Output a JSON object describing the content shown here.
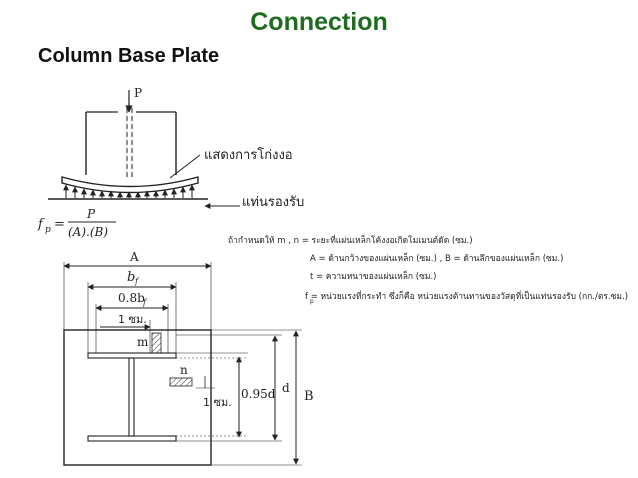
{
  "title": "Connection",
  "subtitle": "Column Base Plate",
  "colors": {
    "title": "#1f6b1f",
    "ink": "#222222"
  },
  "diagram": {
    "elevation": {
      "load_label": "P",
      "bending_label": "แสดงการโก่งงอ",
      "support_label": "แท่นรองรับ",
      "formula": {
        "lhs": "f",
        "lhs_sub": "p",
        "numerator": "P",
        "denominator": "(A).(B)"
      }
    },
    "definitions": [
      {
        "key": "intro",
        "text": "ถ้ากำหนดให้   m , n  =  ระยะที่แผ่นเหล็กโค้งงอเกิดโมเมนต์ดัด (ซม.)"
      },
      {
        "key": "ab",
        "text": "A  =  ด้านกว้างของแผ่นเหล็ก (ซม.)   ,  B  =  ด้านลึกของแผ่นเหล็ก (ซม.)"
      },
      {
        "key": "t",
        "text": "t  =  ความหนาของแผ่นเหล็ก   (ซม.)"
      },
      {
        "key": "fp",
        "text": "f  =  หน่วยแรงที่กระทำ ซึ่งก็คือ หน่วยแรงต้านทานของวัสดุที่เป็นแท่นรองรับ (กก./ตร.ซม.)",
        "sub": "p"
      }
    ],
    "plan": {
      "dim_A": "A",
      "dim_bf": "b",
      "dim_bf_sub": "f",
      "dim_08bf": "0.8b",
      "dim_08bf_sub": "f",
      "dim_1cm_top": "1 ซม.",
      "label_m": "m",
      "label_n": "n",
      "dim_1cm_side": "1 ซม.",
      "dim_095d": "0.95d",
      "dim_d": "d",
      "dim_B": "B"
    }
  }
}
